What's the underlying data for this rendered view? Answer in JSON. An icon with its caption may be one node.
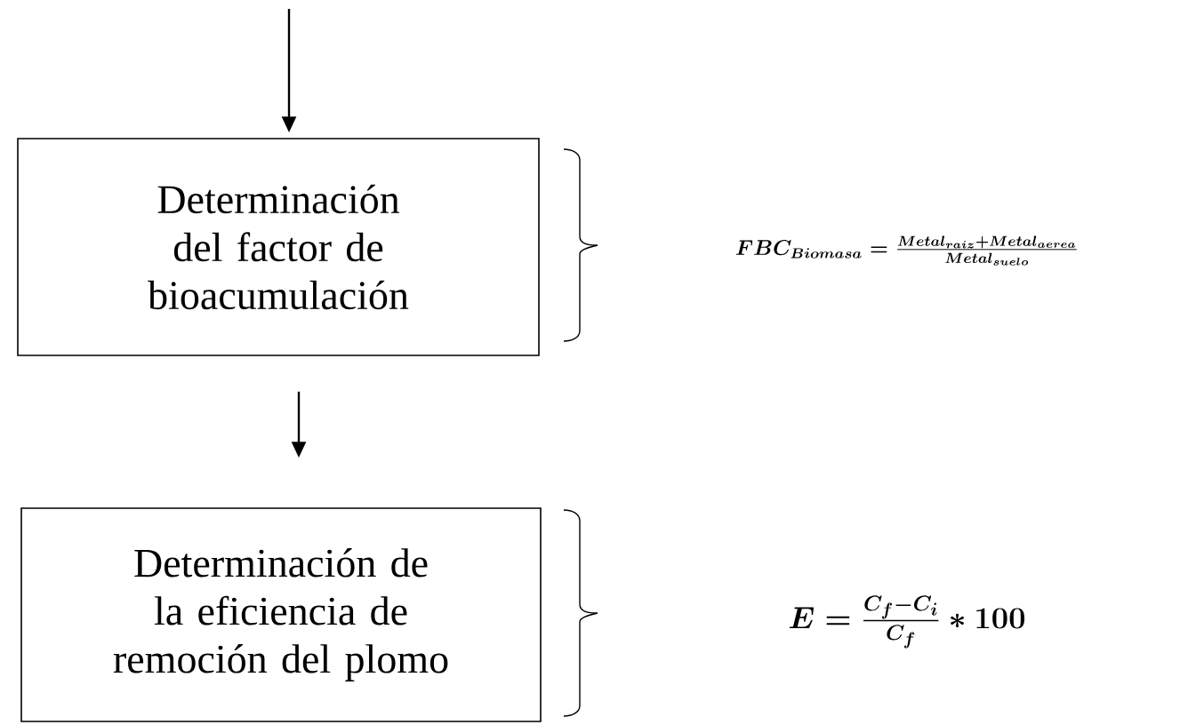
{
  "diagram": {
    "nodes": [
      {
        "text": [
          "Determinación del factor de bioacumulación"
        ]
      },
      {
        "text": [
          "Determinación de la eficiencia de remoción del plomo"
        ]
      }
    ],
    "edges": [
      {
        "from": null,
        "to": 0,
        "arrow": "to"
      },
      {
        "from": 0,
        "to": 1,
        "arrow": "to"
      }
    ],
    "labels": [
      "FBC_{Biomasa}=\\frac{Metal_{raiz}+Metal_{aerea}}{Metal_{suelo}}",
      "E=\\frac{C_f-C_i}{C_f}*100"
    ]
  }
}
